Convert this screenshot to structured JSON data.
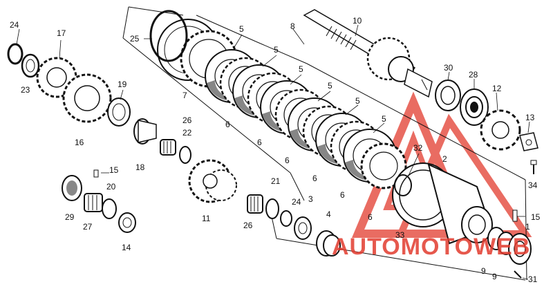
{
  "diagram": {
    "part_labels": {
      "p1": "1",
      "p2": "2",
      "p3": "3",
      "p4": "4",
      "p5": "5",
      "p6": "6",
      "p7": "7",
      "p8": "8",
      "p9": "9",
      "p10": "10",
      "p11": "11",
      "p12": "12",
      "p13": "13",
      "p14": "14",
      "p15": "15",
      "p16": "16",
      "p17": "17",
      "p18": "18",
      "p19": "19",
      "p20": "20",
      "p21": "21",
      "p22": "22",
      "p23": "23",
      "p24": "24",
      "p25": "25",
      "p26": "26",
      "p27": "27",
      "p28": "28",
      "p29": "29",
      "p30": "30",
      "p31": "31",
      "p32": "32",
      "p33": "33",
      "p34": "34"
    }
  },
  "watermark": {
    "text": "AUTOMOTOWEB",
    "color": "#e23b2e",
    "accent_color": "#f0a030"
  }
}
